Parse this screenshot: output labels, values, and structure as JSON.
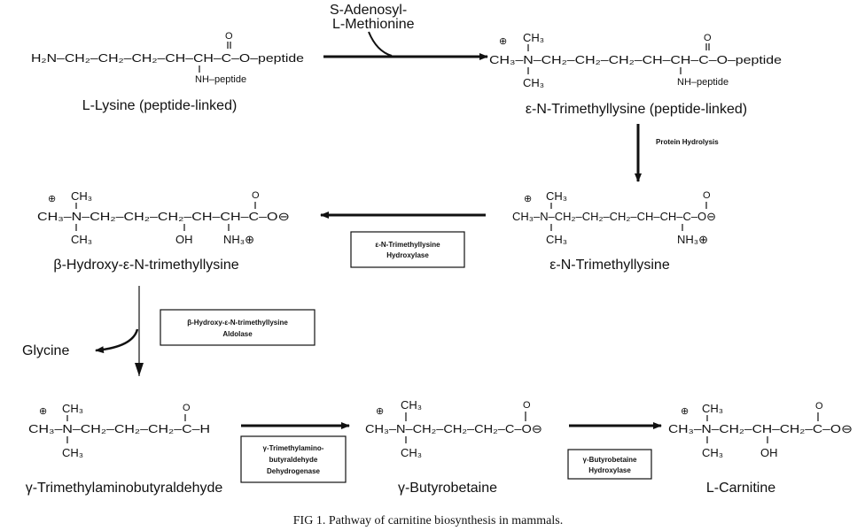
{
  "caption": "FIG 1. Pathway of carnitine biosynthesis in mammals.",
  "compounds": {
    "lysine": {
      "chain": "H₂N–CH₂–CH₂–CH₂–CH–CH–C–O–peptide",
      "top": "O",
      "bottom": "NH–peptide",
      "name": "L-Lysine (peptide-linked)"
    },
    "tml_peptide": {
      "charge": "⊕",
      "chain": "CH₃–N–CH₂–CH₂–CH₂–CH–CH–C–O–peptide",
      "top_methyl": "CH₃",
      "bottom_methyl": "CH₃",
      "top": "O",
      "bottom": "NH–peptide",
      "name": "ε-N-Trimethyllysine (peptide-linked)"
    },
    "tml": {
      "charge": "⊕",
      "chain": "CH₃–N–CH₂–CH₂–CH₂–CH–CH–C–O⊖",
      "top_methyl": "CH₃",
      "bottom_methyl": "CH₃",
      "top": "O",
      "bottom": "NH₃⊕",
      "name": "ε-N-Trimethyllysine"
    },
    "hydroxy_tml": {
      "charge": "⊕",
      "chain": "CH₃–N–CH₂–CH₂–CH₂–CH–CH–C–O⊖",
      "top_methyl": "CH₃",
      "bottom_methyl": "CH₃",
      "top": "O",
      "oh": "OH",
      "bottom": "NH₃⊕",
      "name": "β-Hydroxy-ε-N-trimethyllysine"
    },
    "tmaba": {
      "charge": "⊕",
      "chain": "CH₃–N–CH₂–CH₂–CH₂–C–H",
      "top_methyl": "CH₃",
      "bottom_methyl": "CH₃",
      "top": "O",
      "name": "γ-Trimethylaminobutyraldehyde"
    },
    "butyrobetaine": {
      "charge": "⊕",
      "chain": "CH₃–N–CH₂–CH₂–CH₂–C–O⊖",
      "top_methyl": "CH₃",
      "bottom_methyl": "CH₃",
      "top": "O",
      "name": "γ-Butyrobetaine"
    },
    "carnitine": {
      "charge": "⊕",
      "chain": "CH₃–N–CH₂–CH–CH₂–C–O⊖",
      "top_methyl": "CH₃",
      "bottom_methyl": "CH₃",
      "top": "O",
      "oh": "OH",
      "name": "L-Carnitine"
    }
  },
  "steps": {
    "methylation": {
      "cofactor_line1": "S-Adenosyl-",
      "cofactor_line2": "L-Methionine"
    },
    "hydrolysis": {
      "label": "Protein Hydrolysis"
    },
    "hydroxylase": {
      "line1": "ε-N-Trimethyllysine",
      "line2": "Hydroxylase"
    },
    "aldolase": {
      "line1": "β-Hydroxy-ε-N-trimethyllysine",
      "line2": "Aldolase",
      "byproduct": "Glycine"
    },
    "dehydrogenase": {
      "line1": "γ-Trimethylamino-",
      "line2": "butyraldehyde",
      "line3": "Dehydrogenase"
    },
    "bb_hydroxylase": {
      "line1": "γ-Butyrobetaine",
      "line2": "Hydroxylase"
    }
  }
}
